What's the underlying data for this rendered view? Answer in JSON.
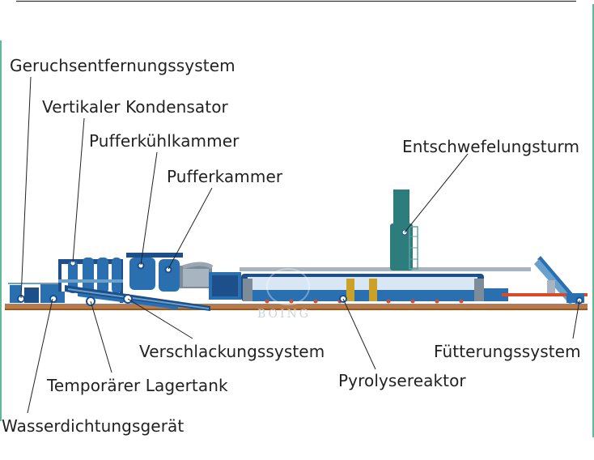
{
  "labels": {
    "odor": "Geruchsentfernungssystem",
    "vcond": "Vertikaler Kondensator",
    "buffer_cool": "Pufferkühlkammer",
    "buffer": "Pufferkammer",
    "desulf": "Entschwefelungsturm",
    "slag": "Verschlackungssystem",
    "feed": "Fütterungssystem",
    "temp_tank": "Temporärer Lagertank",
    "reactor": "Pyrolysereaktor",
    "water_seal": "Wasserdichtungsgerät"
  },
  "watermark": "BOING",
  "colors": {
    "equipment_blue": "#2a6fb0",
    "dark_blue": "#1d4f8a",
    "teal": "#2e7d7d",
    "reactor_band": "#d9e6f4",
    "base_brown": "#b87a4a",
    "leader_line": "#222222",
    "frame_green": "#2aa37a"
  }
}
